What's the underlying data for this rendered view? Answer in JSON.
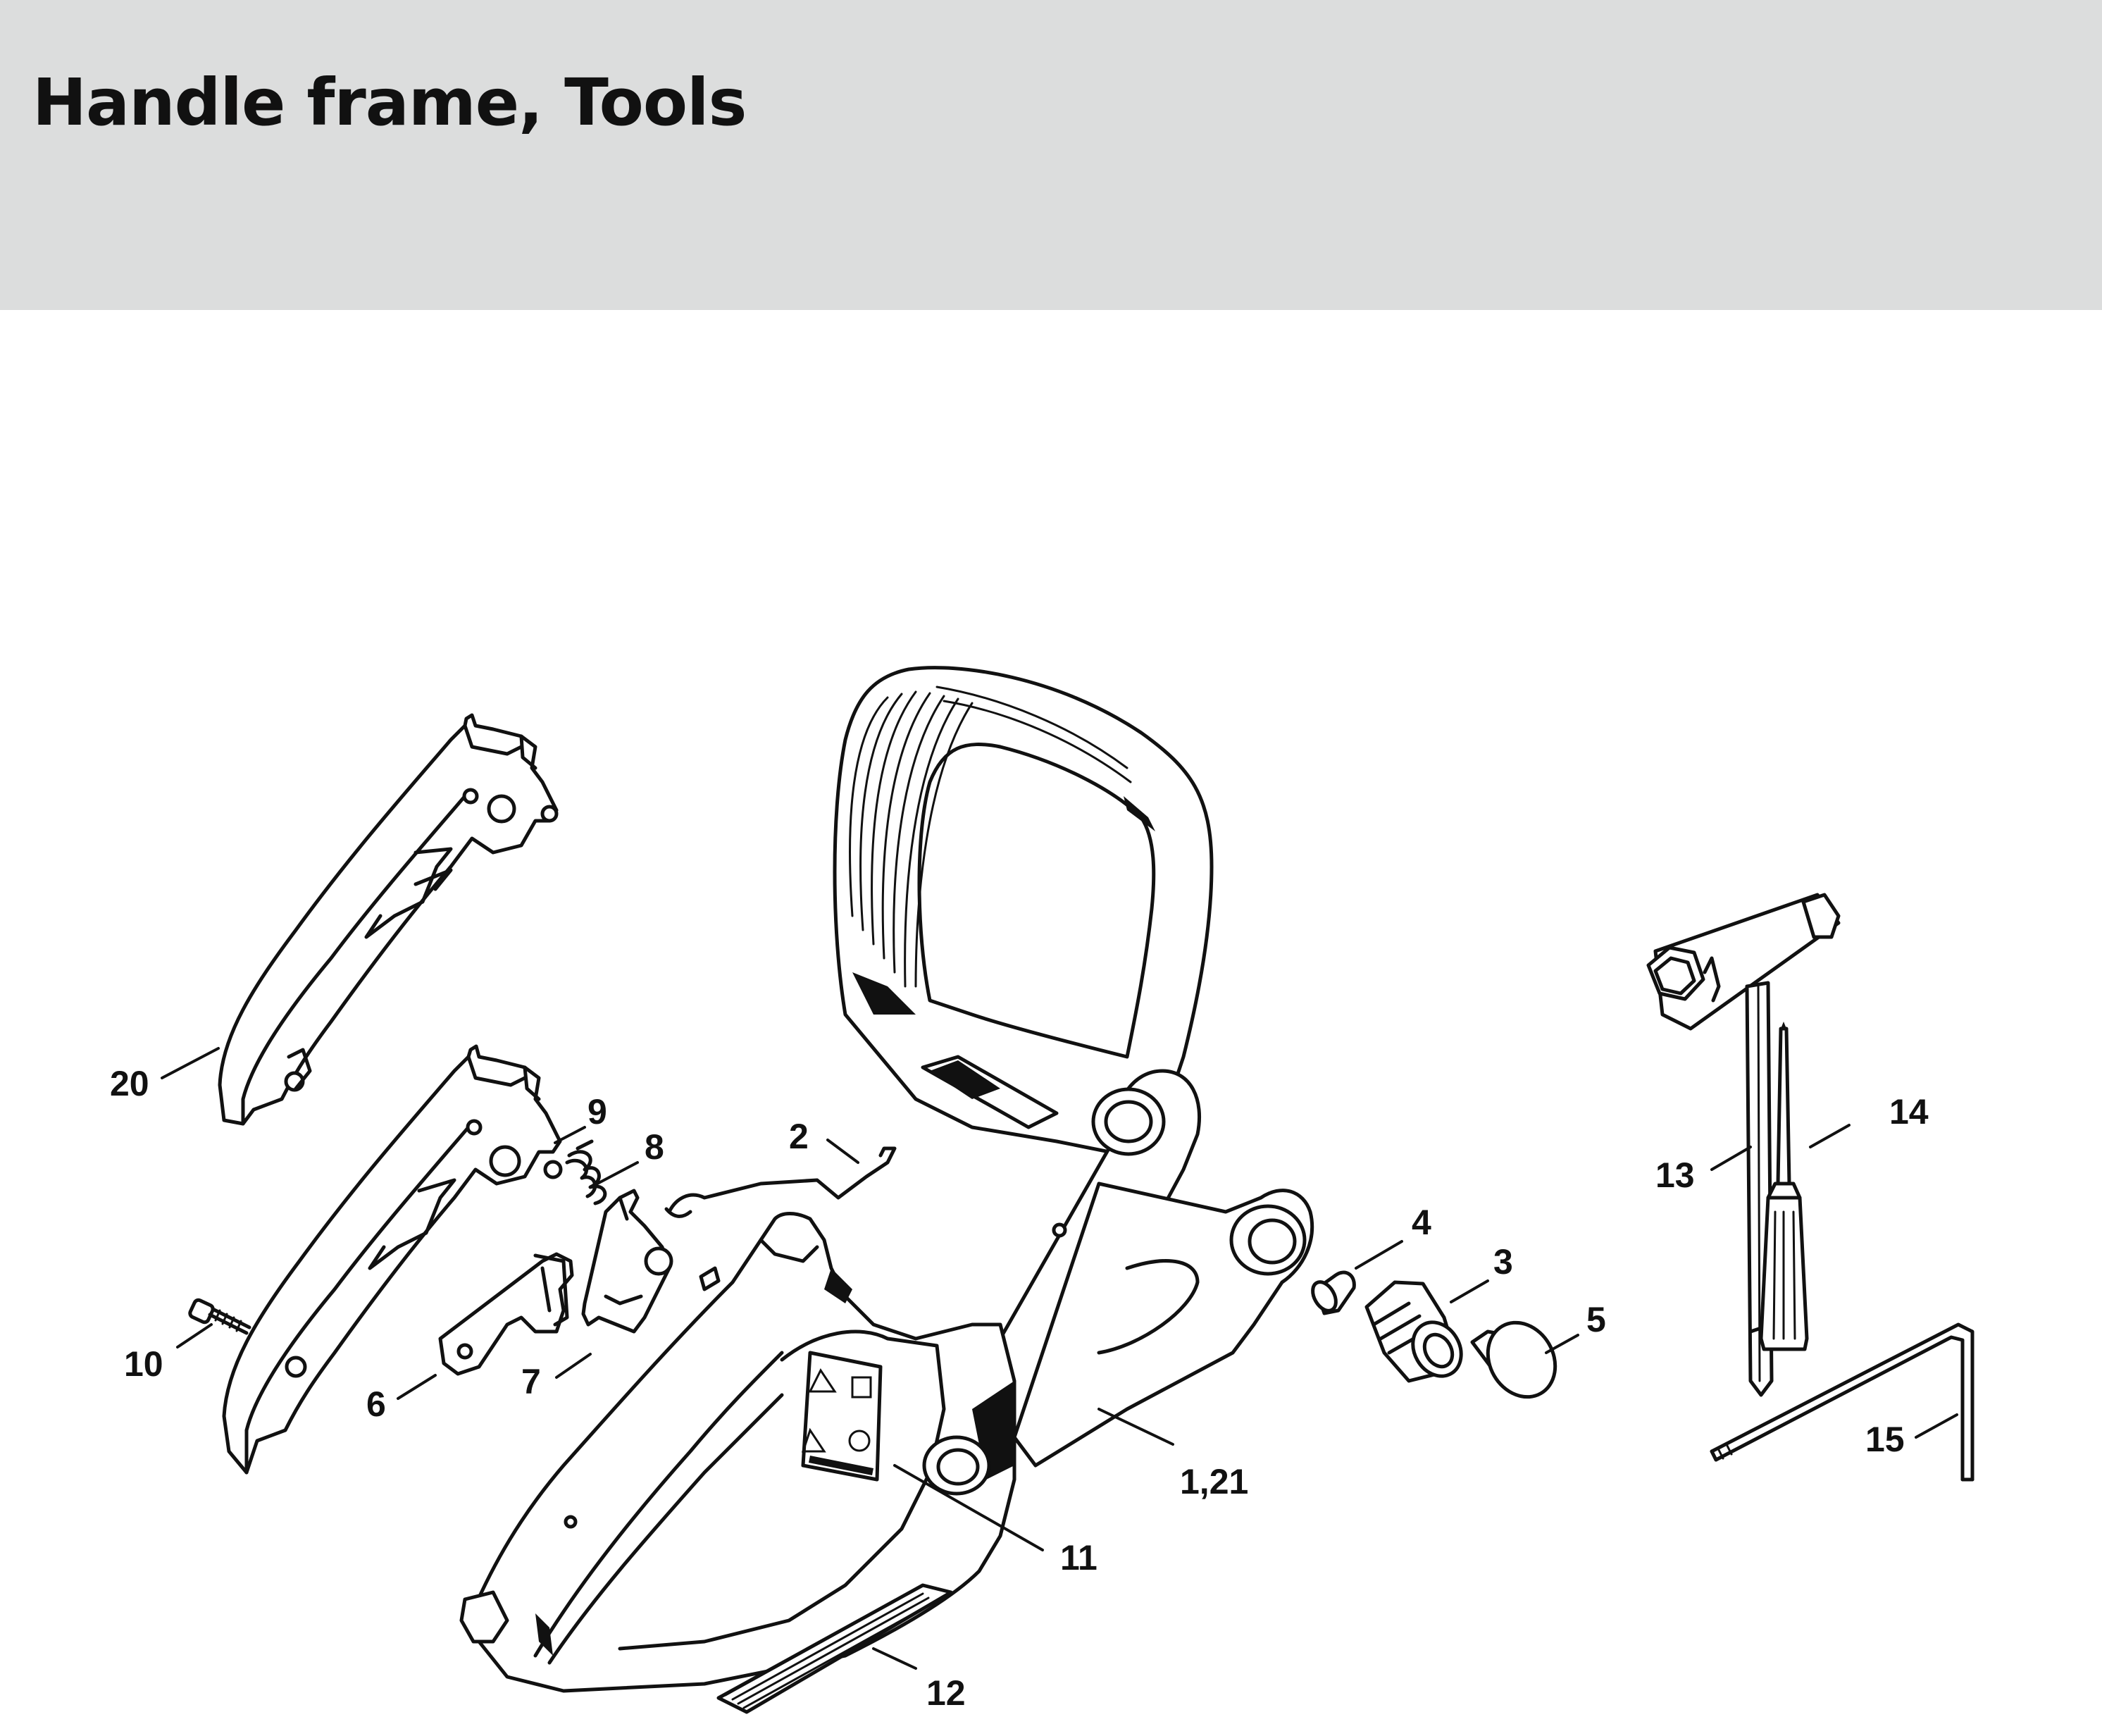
{
  "page": {
    "title": "Handle frame, Tools"
  },
  "colors": {
    "header_bg": "#dcdddd",
    "ink": "#111111",
    "paper": "#ffffff"
  },
  "callouts": [
    {
      "id": "c20",
      "label": "20"
    },
    {
      "id": "c9",
      "label": "9"
    },
    {
      "id": "c8",
      "label": "8"
    },
    {
      "id": "c2",
      "label": "2"
    },
    {
      "id": "c10",
      "label": "10"
    },
    {
      "id": "c6",
      "label": "6"
    },
    {
      "id": "c7",
      "label": "7"
    },
    {
      "id": "c4",
      "label": "4"
    },
    {
      "id": "c3",
      "label": "3"
    },
    {
      "id": "c5",
      "label": "5"
    },
    {
      "id": "c1_21",
      "label": "1,21"
    },
    {
      "id": "c11",
      "label": "11"
    },
    {
      "id": "c12",
      "label": "12"
    },
    {
      "id": "c13",
      "label": "13"
    },
    {
      "id": "c14",
      "label": "14"
    },
    {
      "id": "c15",
      "label": "15"
    }
  ]
}
